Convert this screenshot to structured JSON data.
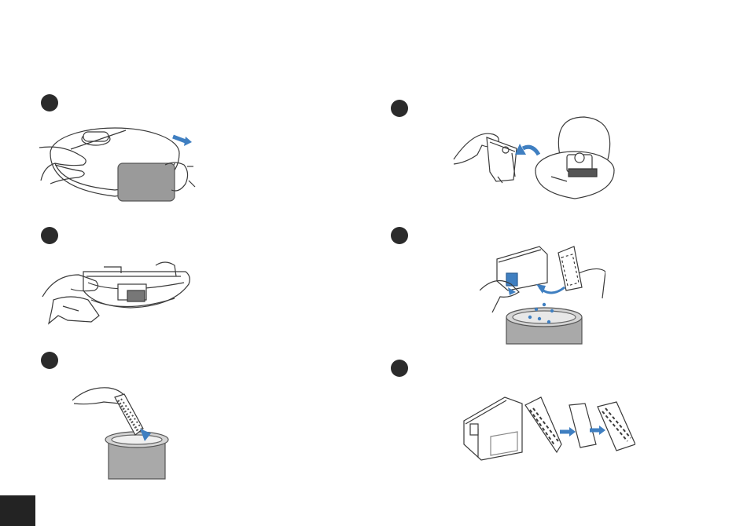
{
  "colors": {
    "ink": "#3a3a3a",
    "marker": "#2b2b2b",
    "accent_blue": "#3f7fc1",
    "panel_gray": "#9a9a9a",
    "bin_gray": "#a9a9a9",
    "bin_light": "#d4d4d4",
    "page_tab": "#232323"
  },
  "steps": [
    {
      "id": "1",
      "icon": "remove-dust-bin-illustration"
    },
    {
      "id": "2",
      "icon": "open-lid-illustration"
    },
    {
      "id": "3",
      "icon": "wipe-robot-illustration"
    },
    {
      "id": "4",
      "icon": "empty-dust-bin-illustration"
    },
    {
      "id": "5",
      "icon": "empty-filter-illustration"
    },
    {
      "id": "6",
      "icon": "filter-assembly-illustration"
    }
  ]
}
